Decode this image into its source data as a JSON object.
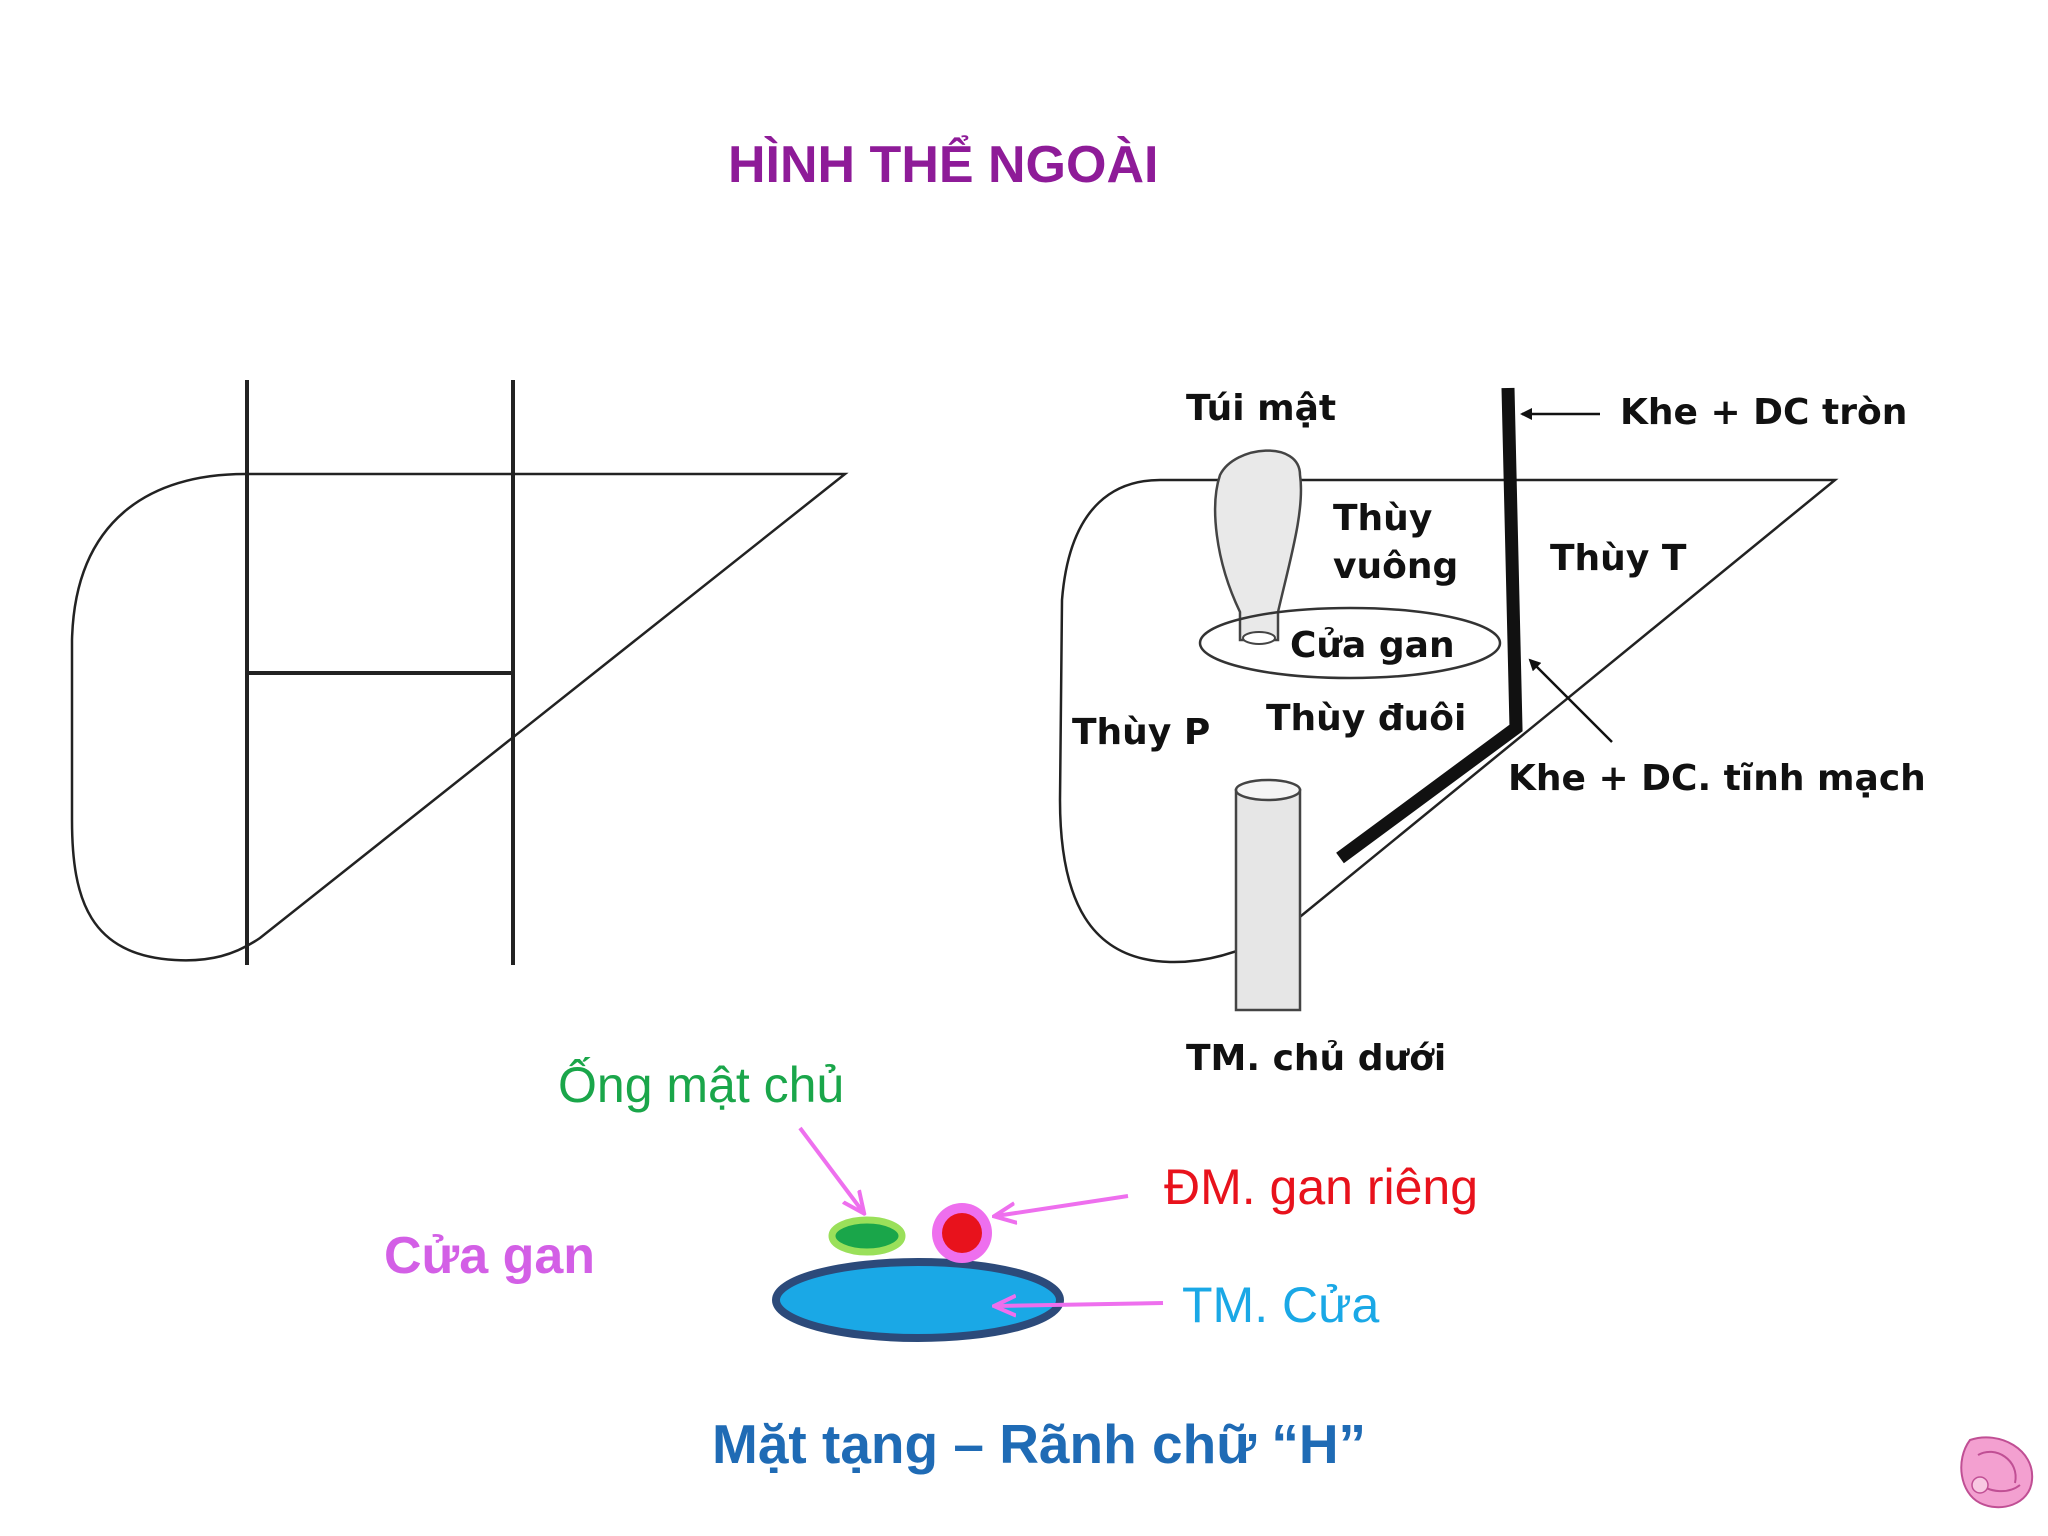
{
  "slide": {
    "title": "HÌNH THỂ NGOÀI",
    "caption": "Mặt tạng – Rãnh chữ “H”"
  },
  "right_figure_labels": {
    "gallbladder": "Túi mật",
    "round_ligament_fissure": "Khe + DC tròn",
    "quadrate_lobe_line1": "Thùy",
    "quadrate_lobe_line2": "vuông",
    "left_lobe": "Thùy T",
    "porta_hepatis": "Cửa gan",
    "right_lobe": "Thùy P",
    "caudate_lobe": "Thùy đuôi",
    "venous_ligament_fissure": "Khe + DC. tĩnh mạch",
    "ivc": "TM. chủ dưới"
  },
  "porta_section": {
    "title": "Cửa gan",
    "common_bile_duct": "Ống mật chủ",
    "proper_hepatic_artery": "ĐM. gan riêng",
    "portal_vein": "TM. Cửa"
  },
  "colors": {
    "title": "#8e1b98",
    "caption": "#1f6bb5",
    "porta_title": "#d35fe6",
    "bile_duct": "#1aa64a",
    "artery": "#e8121c",
    "portal_vein": "#1aa8e6",
    "arrow": "#ee6fee",
    "vein_outline": "#2c4a7a"
  }
}
